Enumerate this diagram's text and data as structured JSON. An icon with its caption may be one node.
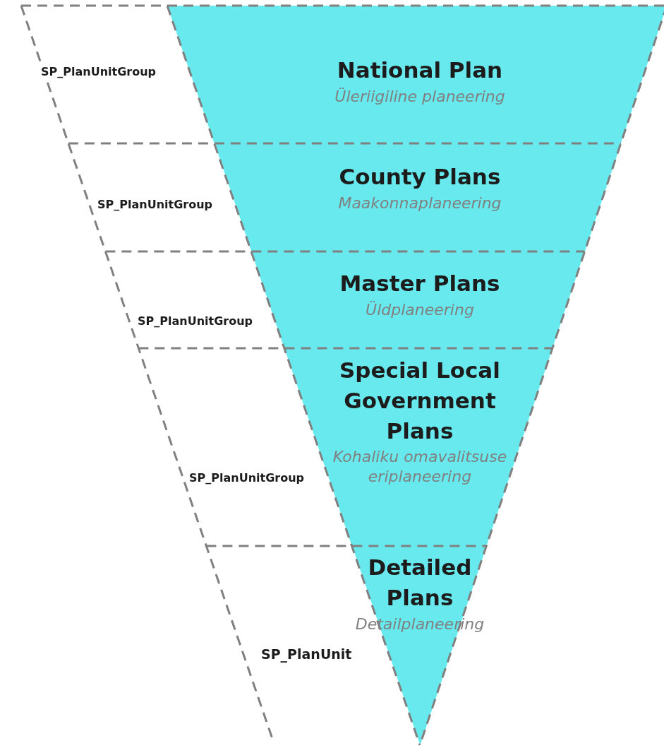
{
  "diagram": {
    "nodes": [
      {
        "text": [
          "National Plan",
          "Üleriigiline planeering"
        ]
      },
      {
        "text": [
          "County Plans",
          "Maakonnaplaneering"
        ]
      },
      {
        "text": [
          "Master Plans",
          "Üldplaneering"
        ]
      },
      {
        "text": [
          "Special Local Government Plans",
          "Kohaliku omavalitsuse eriplaneering"
        ]
      },
      {
        "text": [
          "Detailed Plans",
          "Detailplaneering"
        ]
      }
    ],
    "labels": [
      "SP_PlanUnitGroup",
      "SP_PlanUnitGroup",
      "SP_PlanUnitGroup",
      "SP_PlanUnitGroup",
      "SP_PlanUnit"
    ]
  }
}
